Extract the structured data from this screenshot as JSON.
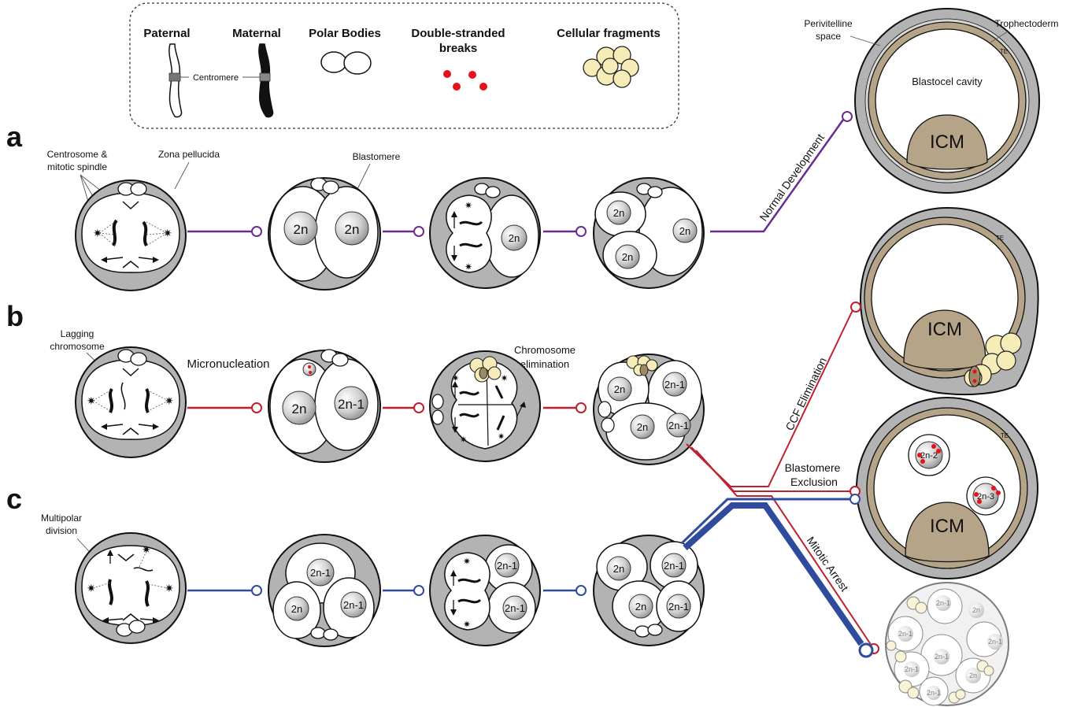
{
  "legend": {
    "paternal": "Paternal",
    "maternal": "Maternal",
    "polar_bodies": "Polar Bodies",
    "dsb_line1": "Double-stranded",
    "dsb_line2": "breaks",
    "fragments": "Cellular fragments",
    "centromere": "Centromere"
  },
  "panels": {
    "a": "a",
    "b": "b",
    "c": "c"
  },
  "labels": {
    "centrosome_1": "Centrosome &",
    "centrosome_2": "mitotic spindle",
    "zona": "Zona pellucida",
    "blastomere": "Blastomere",
    "lagging_1": "Lagging",
    "lagging_2": "chromosome",
    "micronucleation": "Micronucleation",
    "elim_1": "Chromosome",
    "elim_2": "elimination",
    "multipolar_1": "Multipolar",
    "multipolar_2": "division",
    "perivitelline_1": "Perivitelline",
    "perivitelline_2": "space",
    "trophectoderm": "Trophectoderm",
    "blastocel": "Blastocel cavity",
    "icm": "ICM",
    "te": "TE"
  },
  "paths": {
    "normal": "Normal Development",
    "ccf": "CCF Elimination",
    "excl_1": "Blastomere",
    "excl_2": "Exclusion",
    "arrest": "Mitotic Arrest"
  },
  "ploidy": {
    "n2": "2n",
    "n2m1": "2n-1",
    "n2m2": "2n-2",
    "n2m3": "2n-3"
  },
  "colors": {
    "normal": "#6a2c91",
    "ccf": "#c0202e",
    "multipolar": "#2e4b9e",
    "zona": "#b3b3b3",
    "trophectoderm": "#b5a487",
    "fragment": "#f5ecb8",
    "dsb": "#e8101a"
  }
}
